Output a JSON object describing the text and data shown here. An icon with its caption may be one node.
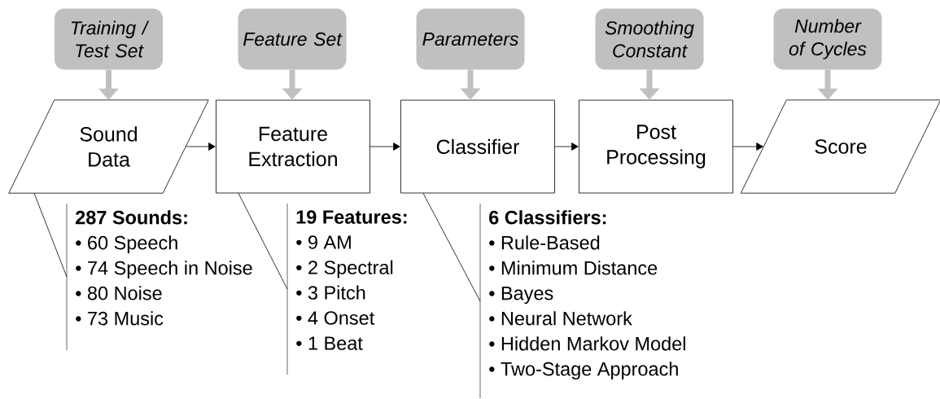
{
  "diagram": {
    "nodes": [
      {
        "text": [
          "Training / Test Set"
        ]
      },
      {
        "text": [
          "Feature Set"
        ]
      },
      {
        "text": [
          "Parameters"
        ]
      },
      {
        "text": [
          "Smoothing Constant"
        ]
      },
      {
        "text": [
          "Number of Cycles"
        ]
      },
      {
        "text": [
          "Sound Data"
        ]
      },
      {
        "text": [
          "Feature Extraction"
        ]
      },
      {
        "text": [
          "Classifier"
        ]
      },
      {
        "text": [
          "Post Processing"
        ]
      },
      {
        "text": [
          "Score"
        ]
      },
      {
        "text": [
          "287 Sounds:",
          "• 60 Speech",
          "• 74 Speech in Noise",
          "• 80 Noise",
          "• 73 Music"
        ]
      },
      {
        "text": [
          "19 Features:",
          "• 9 AM",
          "• 2 Spectral",
          "• 3 Pitch",
          "• 4 Onset",
          "• 1 Beat"
        ]
      },
      {
        "text": [
          "6 Classifiers:",
          "• Rule-Based",
          "• Minimum Distance",
          "• Bayes",
          "• Neural Network",
          "• Hidden Markov Model",
          "• Two-Stage Approach"
        ]
      }
    ],
    "edges": [
      {
        "from": 0,
        "to": 5,
        "arrow": "to",
        "style": "thick",
        "color": "#c0c0c0"
      },
      {
        "from": 1,
        "to": 6,
        "arrow": "to",
        "style": "thick",
        "color": "#c0c0c0"
      },
      {
        "from": 2,
        "to": 7,
        "arrow": "to",
        "style": "thick",
        "color": "#c0c0c0"
      },
      {
        "from": 3,
        "to": 8,
        "arrow": "to",
        "style": "thick",
        "color": "#c0c0c0"
      },
      {
        "from": 4,
        "to": 9,
        "arrow": "to",
        "style": "thick",
        "color": "#c0c0c0"
      },
      {
        "from": 5,
        "to": 6,
        "arrow": "to"
      },
      {
        "from": 6,
        "to": 7,
        "arrow": "to"
      },
      {
        "from": 7,
        "to": 8,
        "arrow": "to"
      },
      {
        "from": 8,
        "to": 9,
        "arrow": "to"
      },
      {
        "from": 10,
        "to": 5,
        "arrow": "none"
      },
      {
        "from": 11,
        "to": 6,
        "arrow": "none"
      },
      {
        "from": 12,
        "to": 7,
        "arrow": "none"
      }
    ]
  }
}
